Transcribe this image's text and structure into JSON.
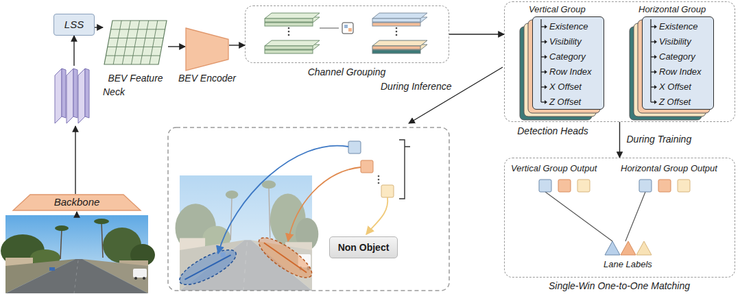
{
  "diagram": {
    "nodes": [
      {
        "text": [
          "LSS"
        ]
      },
      {
        "text": [
          "BEV Feature"
        ]
      },
      {
        "text": [
          "BEV Encoder"
        ]
      },
      {
        "text": [
          "Channel Grouping"
        ]
      },
      {
        "text": [
          "Detection Heads"
        ]
      },
      {
        "text": [
          "Vertical Group",
          "Existence",
          "Visibility",
          "Category",
          "Row Index",
          "X Offset",
          "Z Offset"
        ],
        "in": 4
      },
      {
        "text": [
          "Horizontal Group",
          "Existence",
          "Visibility",
          "Category",
          "Row Index",
          "X Offset",
          "Z Offset"
        ],
        "in": 4
      },
      {
        "text": [
          "Neck"
        ]
      },
      {
        "text": [
          "Backbone"
        ]
      },
      {
        "text": [
          "Non Object"
        ]
      },
      {
        "text": [
          "Single-Win One-to-One Matching"
        ]
      }
    ],
    "edges": [
      {
        "from": 8,
        "to": 7,
        "arrow": "to"
      },
      {
        "from": 7,
        "to": 0,
        "arrow": "to"
      },
      {
        "from": 0,
        "to": 1,
        "arrow": "to"
      },
      {
        "from": 1,
        "to": 2,
        "arrow": "to"
      },
      {
        "from": 2,
        "to": 3,
        "arrow": "to"
      },
      {
        "from": 3,
        "to": 4,
        "arrow": "to"
      },
      {
        "from": 4,
        "to": 10,
        "label": "During Training",
        "arrow": "to"
      }
    ],
    "labels": [
      "During Inference",
      "Vertical Group Output",
      "Horizontal Group Output",
      "Lane Labels"
    ]
  }
}
